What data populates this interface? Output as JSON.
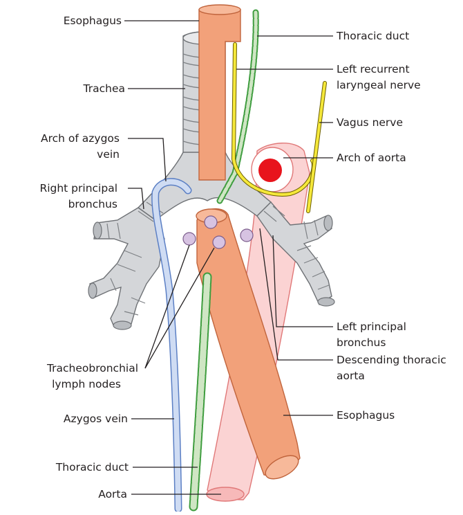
{
  "labels": {
    "esophagus_top": "Esophagus",
    "thoracic_duct_top": "Thoracic duct",
    "trachea": "Trachea",
    "left_recurrent_line1": "Left recurrent",
    "left_recurrent_line2": "laryngeal nerve",
    "vagus_nerve": "Vagus nerve",
    "arch_azygos_line1": "Arch of azygos",
    "arch_azygos_line2": "vein",
    "arch_of_aorta": "Arch of aorta",
    "right_bronchus_line1": "Right principal",
    "right_bronchus_line2": "bronchus",
    "left_bronchus_line1": "Left principal",
    "left_bronchus_line2": "bronchus",
    "tracheobronchial_line1": "Tracheobronchial",
    "tracheobronchial_line2": "lymph nodes",
    "descending_line1": "Descending thoracic",
    "descending_line2": "aorta",
    "azygos_vein": "Azygos vein",
    "esophagus_bottom": "Esophagus",
    "thoracic_duct_bottom": "Thoracic duct",
    "aorta": "Aorta"
  },
  "colors": {
    "esophagus": "#f2a17a",
    "esophagus_stroke": "#c0643c",
    "aorta": "#fbd3d3",
    "aorta_stroke": "#e07878",
    "aortic_lumen": "#e8141c",
    "trachea": "#d4d6d9",
    "trachea_ring": "#8a8d91",
    "azygos": "#cfdcf3",
    "azygos_stroke": "#5b7fc4",
    "thoracic_duct": "#cfe6c4",
    "thoracic_duct_stroke": "#3f9d3f",
    "nerve": "#f5e83a",
    "nerve_stroke": "#6b5e00",
    "lymph_node": "#d7c3e2",
    "lymph_node_stroke": "#7a5b8a",
    "leader": "#231f20"
  }
}
